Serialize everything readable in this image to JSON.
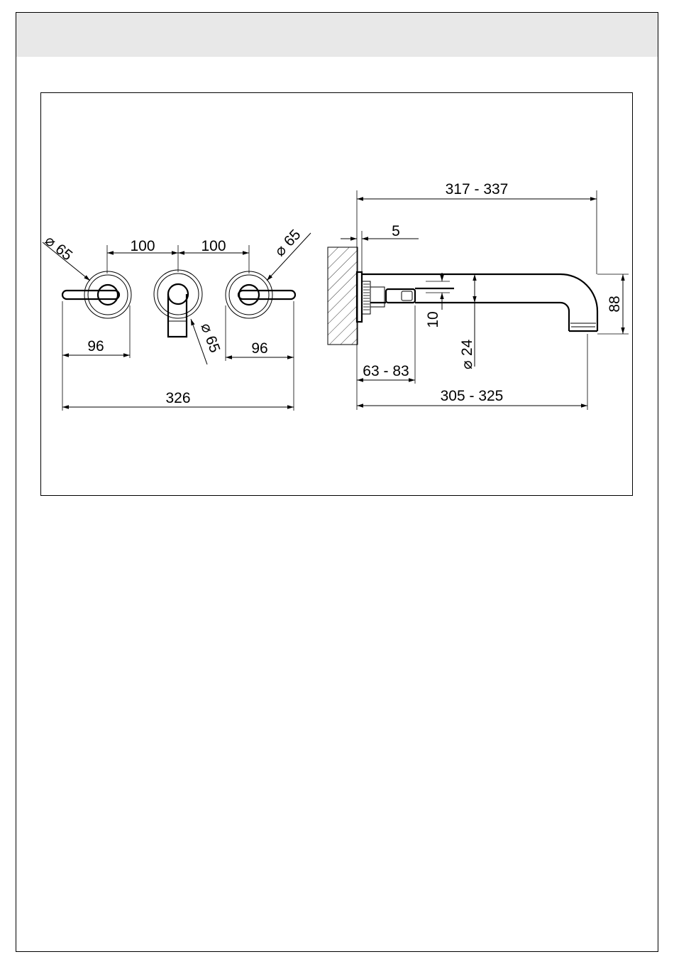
{
  "dimensions": {
    "front_left_dia": "65",
    "front_center_dia": "65",
    "front_right_dia": "65",
    "spacing_left": "100",
    "spacing_right": "100",
    "left_handle_length": "96",
    "right_handle_length": "96",
    "overall_width": "326",
    "side_total_length": "317 - 337",
    "side_plate_thickness": "5",
    "side_body_length": "63 - 83",
    "side_spout_length": "305 - 325",
    "side_height": "88",
    "side_offset": "10",
    "side_pipe_dia": "24"
  },
  "symbols": {
    "diameter": "⌀"
  },
  "colors": {
    "line": "#000000",
    "header_band": "#e8e8e8"
  }
}
